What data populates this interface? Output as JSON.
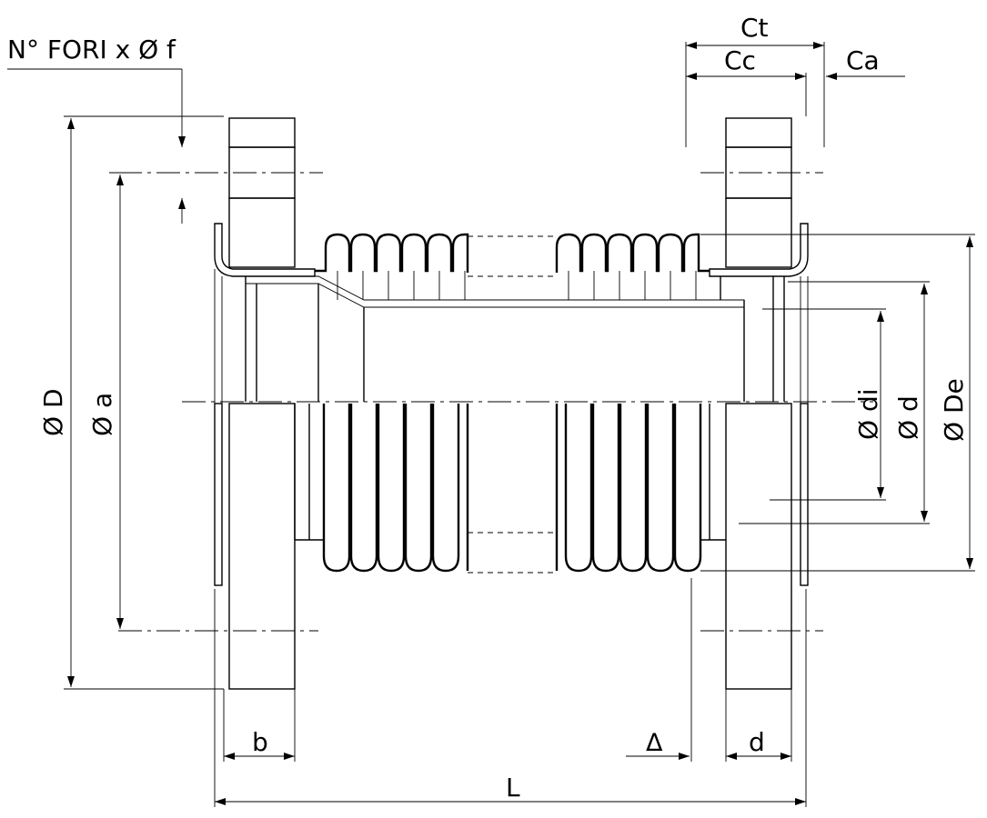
{
  "labels": {
    "holes": "N° FORI x Ø f",
    "ct": "Ct",
    "cc": "Cc",
    "ca": "Ca",
    "od": "Ø D",
    "oa": "Ø a",
    "odi": "Ø di",
    "odd": "Ø d",
    "ode": "Ø De",
    "b": "b",
    "d": "d",
    "delta": "Δ",
    "l": "L"
  },
  "colors": {
    "line": "#000000",
    "background": "#ffffff"
  }
}
